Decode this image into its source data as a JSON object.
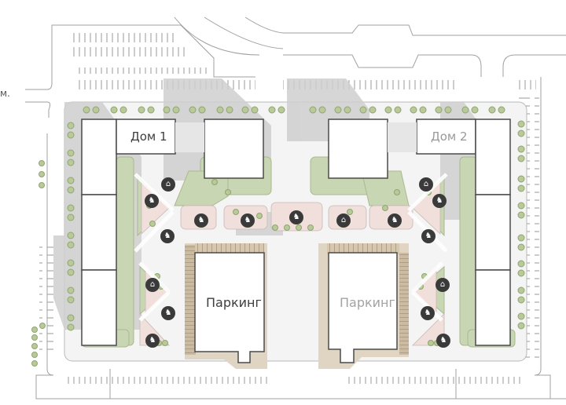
{
  "map": {
    "buildings": [
      {
        "id": "dom1",
        "label": "Дом 1"
      },
      {
        "id": "dom2",
        "label": "Дом 2"
      }
    ],
    "parking": [
      {
        "id": "parking-left",
        "label": "Паркинг"
      },
      {
        "id": "parking-right",
        "label": "Паркинг"
      }
    ],
    "edge_text": "м.",
    "icons": {
      "playground": "rocking-horse-icon",
      "pavilion": "gazebo-icon"
    },
    "colors": {
      "green_area": "#c9d6b4",
      "dark_green": "#a9b98f",
      "pink_play": "#f0dfdb",
      "shadow": "#cfcfcf",
      "parking_ramp": "#d8c9b2",
      "line": "#9a9a9a",
      "building_outline": "#4a4a4a",
      "icon_bg": "#3a3a3a"
    }
  }
}
